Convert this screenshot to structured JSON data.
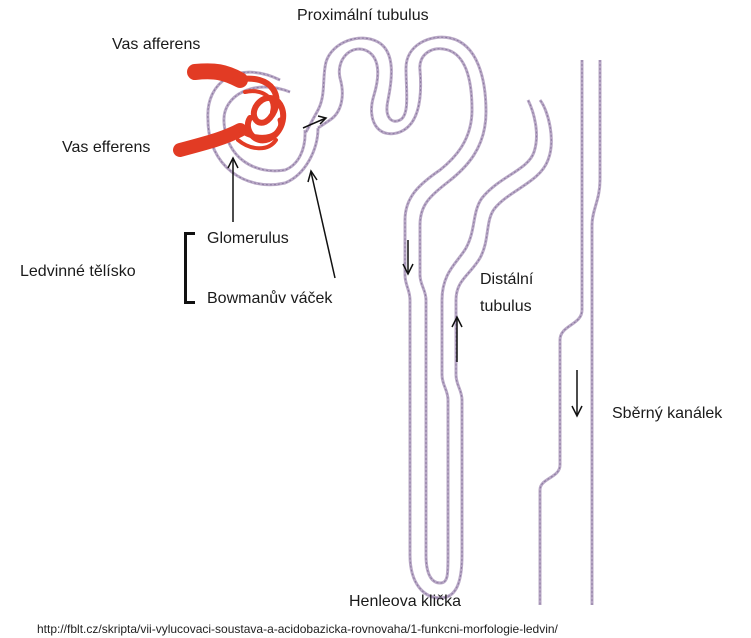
{
  "labels": {
    "proximal": "Proximální tubulus",
    "vas_afferens": "Vas afferens",
    "vas_efferens": "Vas efferens",
    "glomerulus": "Glomerulus",
    "renal_corpuscle": "Ledvinné tělísko",
    "bowman": "Bowmanův váček",
    "distal_line1": "Distální",
    "distal_line2": "tubulus",
    "collecting_duct": "Sběrný kanálek",
    "henle_loop": "Henleova klička"
  },
  "source_url": "http://fblt.cz/skripta/vii-vylucovaci-soustava-a-acidobazicka-rovnovaha/1-funkcni-morfologie-ledvin/",
  "colors": {
    "tubule_wall": "#b9a8c6",
    "tubule_stitch": "#8a7aa0",
    "vessel": "#e23b24",
    "arrow": "#111111"
  }
}
